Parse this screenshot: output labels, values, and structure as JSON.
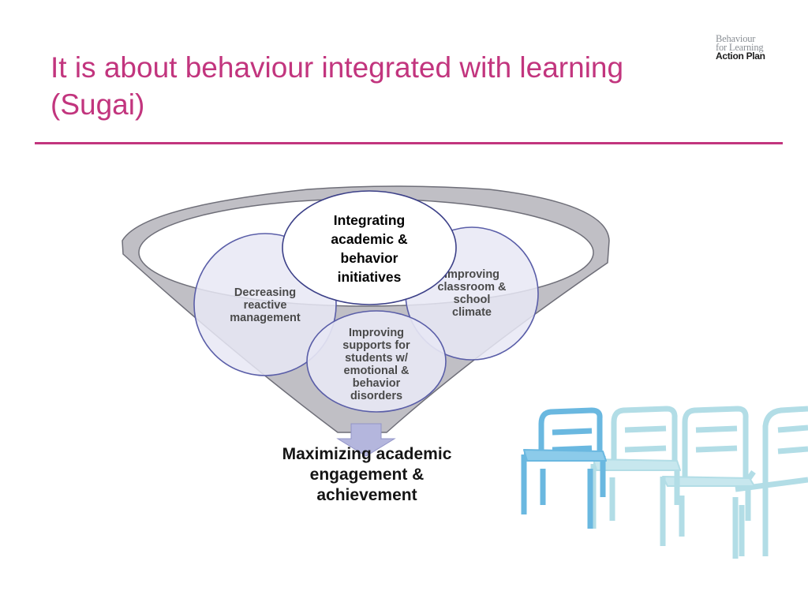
{
  "title": {
    "line1": "It is about behaviour integrated with learning",
    "line2": "(Sugai)"
  },
  "logo": {
    "line1": "Behaviour",
    "line2": "for Learning",
    "line3": "Action Plan"
  },
  "diagram": {
    "center": [
      "Integrating",
      "academic &",
      "behavior",
      "initiatives"
    ],
    "left": [
      "Decreasing",
      "reactive",
      "management"
    ],
    "right": [
      "Improving",
      "classroom &",
      "school",
      "climate"
    ],
    "bottom": [
      "Improving",
      "supports for",
      "students w/",
      "emotional &",
      "behavior",
      "disorders"
    ],
    "outcome": [
      "Maximizing academic",
      "engagement &",
      "achievement"
    ]
  },
  "colors": {
    "title": "#c2357e",
    "funnel": "#c0bfc5",
    "funnel_outline": "#6e6e78",
    "circle_fill": "#e8e8f4",
    "circle_outline": "#5a5ea8",
    "arrow": "#b4b6dd",
    "chair_blue": "#6ab8e0",
    "chair_light": "#b2dde6"
  }
}
